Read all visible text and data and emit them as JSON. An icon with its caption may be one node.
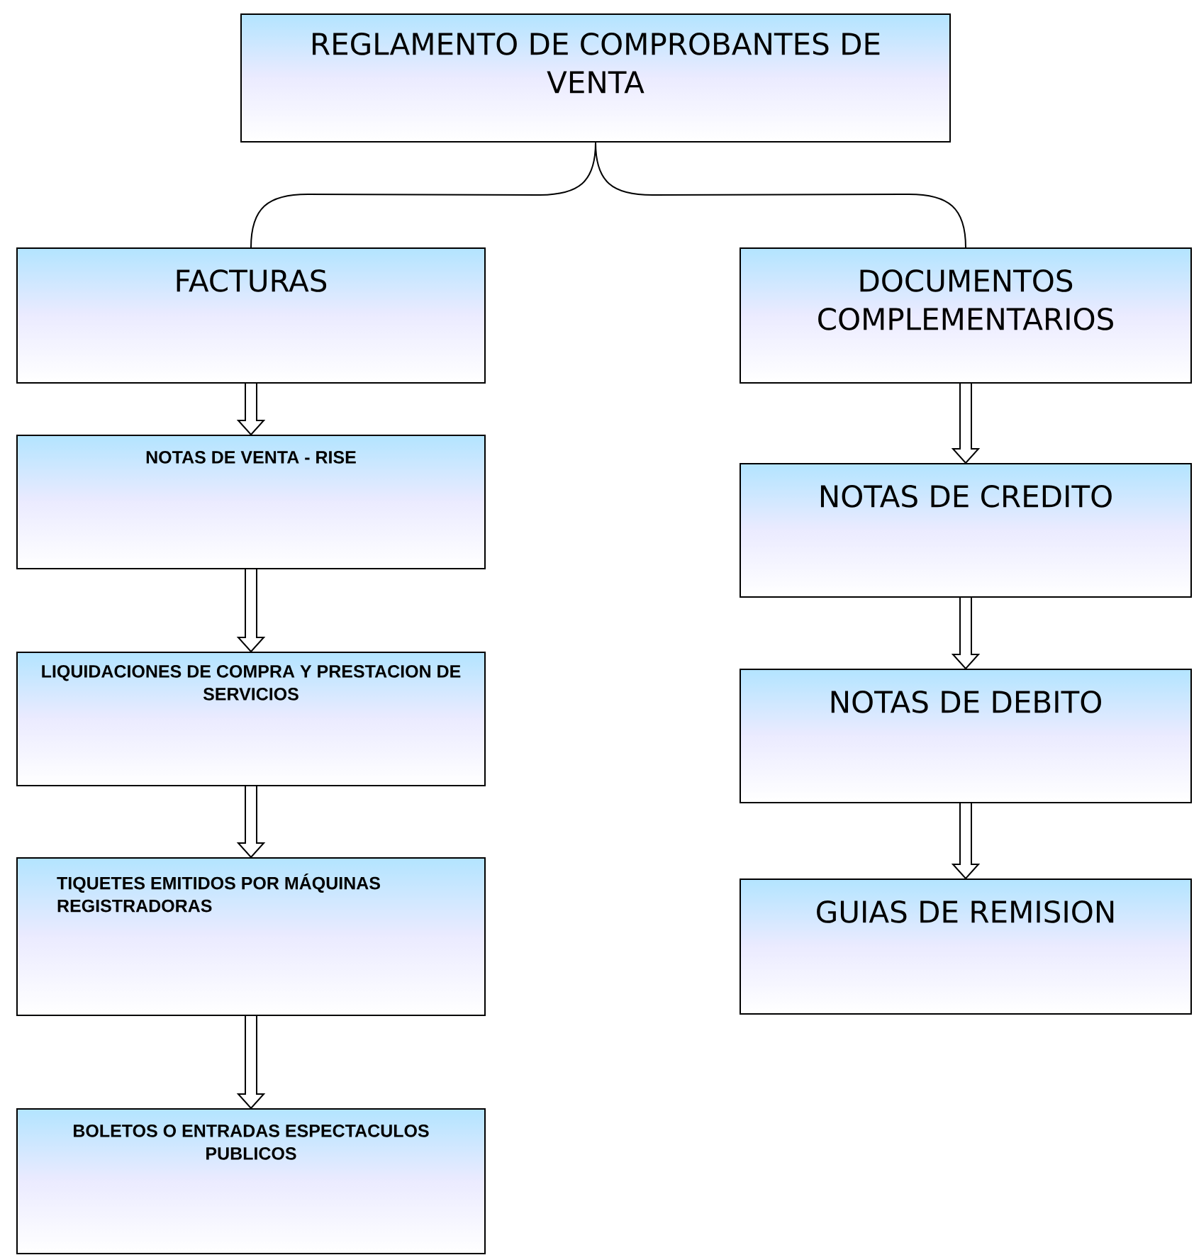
{
  "diagram": {
    "nodes": [
      {
        "text": [
          "REGLAMENTO DE COMPROBANTES DE VENTA"
        ]
      },
      {
        "text": [
          "FACTURAS"
        ]
      },
      {
        "text": [
          "DOCUMENTOS COMPLEMENTARIOS"
        ]
      },
      {
        "text": [
          "NOTAS DE VENTA - RISE"
        ]
      },
      {
        "text": [
          "LIQUIDACIONES DE COMPRA Y PRESTACION DE SERVICIOS"
        ]
      },
      {
        "text": [
          "TIQUETES EMITIDOS POR MÁQUINAS REGISTRADORAS"
        ]
      },
      {
        "text": [
          "BOLETOS O ENTRADAS ESPECTACULOS PUBLICOS"
        ]
      },
      {
        "text": [
          "NOTAS DE CREDITO"
        ]
      },
      {
        "text": [
          "NOTAS DE DEBITO"
        ]
      },
      {
        "text": [
          "GUIAS DE REMISION"
        ]
      }
    ],
    "edges": [
      {
        "from": 0,
        "to": 1,
        "arrow": "none"
      },
      {
        "from": 0,
        "to": 2,
        "arrow": "none"
      },
      {
        "from": 1,
        "to": 3,
        "arrow": "to"
      },
      {
        "from": 3,
        "to": 4,
        "arrow": "to"
      },
      {
        "from": 4,
        "to": 5,
        "arrow": "to"
      },
      {
        "from": 5,
        "to": 6,
        "arrow": "to"
      },
      {
        "from": 2,
        "to": 7,
        "arrow": "to"
      },
      {
        "from": 7,
        "to": 8,
        "arrow": "to"
      },
      {
        "from": 8,
        "to": 9,
        "arrow": "to"
      }
    ]
  }
}
